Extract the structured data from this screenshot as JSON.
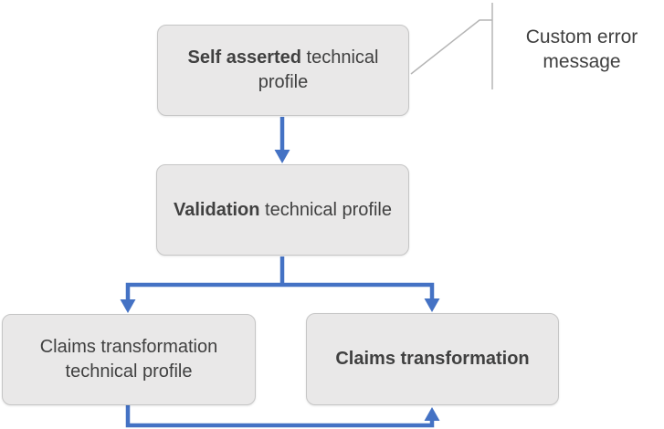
{
  "diagram": {
    "nodes": [
      {
        "id": "self-asserted-technical-profile",
        "bold": "Self asserted",
        "regular": " technical profile"
      },
      {
        "id": "validation-technical-profile",
        "bold": "Validation",
        "regular": " technical profile"
      },
      {
        "id": "claims-transformation-technical-profile",
        "bold": "",
        "regular": "Claims transformation technical profile"
      },
      {
        "id": "claims-transformation",
        "bold": "Claims transformation",
        "regular": ""
      }
    ],
    "callout": {
      "label": "Custom error message"
    },
    "edges": [
      {
        "from": "self-asserted-technical-profile",
        "to": "validation-technical-profile"
      },
      {
        "from": "validation-technical-profile",
        "to": "claims-transformation-technical-profile"
      },
      {
        "from": "validation-technical-profile",
        "to": "claims-transformation"
      },
      {
        "from": "claims-transformation-technical-profile",
        "to": "claims-transformation"
      }
    ],
    "colors": {
      "arrow": "#4472c4",
      "node_fill": "#e9e8e8",
      "node_border": "#c6c6c6",
      "text": "#404040",
      "callout_line": "#b5b5b5",
      "background": "#ffffff"
    }
  }
}
